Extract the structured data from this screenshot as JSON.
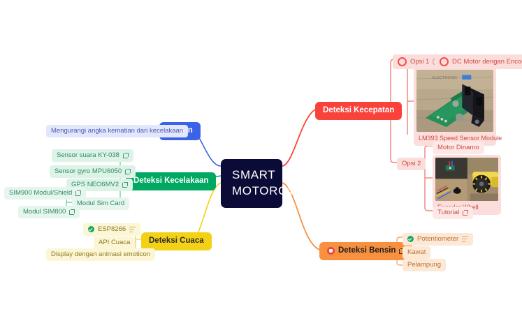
{
  "canvas": {
    "background": "#ffffff"
  },
  "central": {
    "line1": "SMART",
    "line2": "MOTORCYCLE",
    "color": "#0b0b38"
  },
  "branches": {
    "tujuan": {
      "label": "Tujuan",
      "color": "#3b63e8",
      "children": [
        {
          "label": "Mengurangi angka kematian dari kecelakaan"
        }
      ]
    },
    "kecelakaan": {
      "label": "Deteksi Kecelakaan",
      "color": "#00a862",
      "children": [
        {
          "label": "Sensor suara KY-038",
          "icon": "external-link-icon"
        },
        {
          "label": "Sensor gyro MPU6050",
          "icon": "external-link-icon"
        },
        {
          "label": "GPS NEO6MV2",
          "icon": "external-link-icon"
        },
        {
          "label": "Modul Sim Card"
        }
      ],
      "grandchildren": [
        {
          "label": "SIM900 Modul/Shield",
          "icon": "external-link-icon"
        },
        {
          "label": "Modul SIM800",
          "icon": "external-link-icon"
        }
      ]
    },
    "cuaca": {
      "label": "Deteksi Cuaca",
      "color": "#f3d215",
      "children": [
        {
          "label": "ESP8266",
          "icon_before": "check-circle-icon",
          "icon_after": "notes-icon"
        },
        {
          "label": "API Cuaca"
        },
        {
          "label": "Display dengan animasi emoticon"
        }
      ]
    },
    "kecepatan": {
      "label": "Deteksi Kecepatan",
      "color": "#f9423a",
      "opsi1": {
        "label": "Opsi 1",
        "icon_before": "radio-circle-icon",
        "icon_after": "smiley-icon",
        "children": [
          {
            "label": "DC Motor dengan Encoder",
            "icon_before": "radio-circle-icon",
            "icon_after": "external-link-icon"
          }
        ],
        "photo_caption": "LM393 Speed Sensor Module"
      },
      "opsi2": {
        "label": "Opsi 2",
        "children": [
          {
            "label": "Motor Dinamo"
          },
          {
            "label": "Tutorial",
            "icon": "external-link-icon"
          }
        ],
        "photo_caption": "Encoder Whell"
      }
    },
    "bensin": {
      "label": "Deteksi Bensin",
      "color": "#f79140",
      "icon_before": "fuel-icon",
      "icon_after": "external-link-icon",
      "children": [
        {
          "label": "Potentiometer",
          "icon_before": "check-circle-icon",
          "icon_after": "notes-icon"
        },
        {
          "label": "Kawat"
        },
        {
          "label": "Pelampung"
        }
      ]
    }
  }
}
